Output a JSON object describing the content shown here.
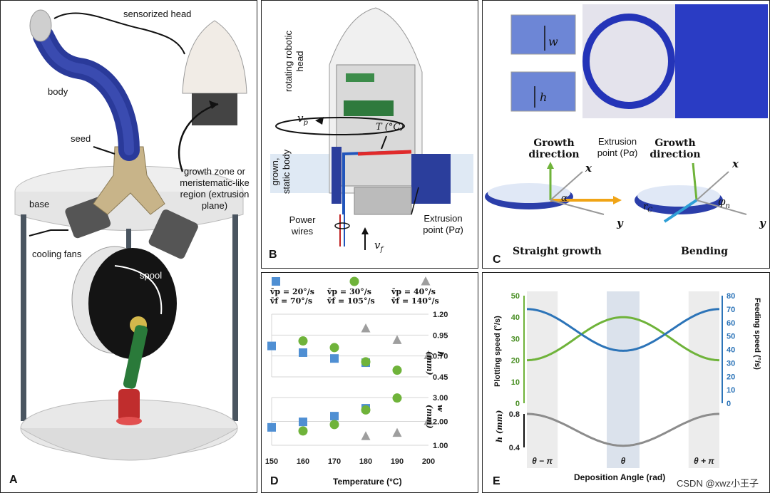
{
  "panel_a": {
    "letter": "A",
    "labels": {
      "sensorized_head": "sensorized head",
      "body": "body",
      "seed": "seed",
      "growth_zone": "growth zone or meristematic-like region (extrusion plane)",
      "base": "base",
      "cooling_fans": "cooling fans",
      "spool": "spool"
    }
  },
  "panel_b": {
    "letter": "B",
    "labels": {
      "rotating_head": "rotating robotic head",
      "growing_body": "grown, static body",
      "vp": "v",
      "vp_sub": "p",
      "temp": "T (°C)",
      "power_wires": "Power wires",
      "extrusion_point": "Extrusion point (P",
      "extrusion_point_sub": "α",
      "vf": "v",
      "vf_sub": "f"
    }
  },
  "panel_c": {
    "letter": "C",
    "labels": {
      "w": "w",
      "h": "h",
      "growth_direction_1": "Growth direction",
      "growth_direction_2": "Growth direction",
      "extrusion_point": "Extrusion point (P",
      "extrusion_point_sub": "α",
      "x1": "x",
      "y1": "y",
      "x2": "x",
      "y2": "y",
      "alpha": "α",
      "rc": "r",
      "rc_sub": "C",
      "phi": "φ",
      "phi_sub": "n",
      "straight_growth": "Straight growth",
      "bending": "Bending"
    }
  },
  "panel_d": {
    "letter": "D",
    "legend": [
      {
        "marker": "square",
        "color": "#4f8fd3",
        "vp": "v̄p = 20°/s",
        "vf": "v̄f = 70°/s"
      },
      {
        "marker": "circle",
        "color": "#6fb33a",
        "vp": "v̄p = 30°/s",
        "vf": "v̄f = 105°/s"
      },
      {
        "marker": "triangle",
        "color": "#9e9e9e",
        "vp": "v̄p = 40°/s",
        "vf": "v̄f = 140°/s"
      }
    ],
    "xlabel": "Temperature (°C)",
    "ylabel_top": "h (mm)",
    "ylabel_bottom": "w (mm)"
  },
  "panel_e": {
    "letter": "E",
    "ylabel_left": "Plotting speed (°/s)",
    "ylabel_right": "Feeding speed (°/s)",
    "ylabel_h": "h (mm)",
    "xlabel": "Deposition Angle (rad)",
    "watermark": "CSDN @xwz小王子"
  },
  "chart_data": [
    {
      "type": "scatter",
      "id": "panel-d-top",
      "ylabel": "h (mm)",
      "ylim": [
        0.45,
        1.2
      ],
      "yticks": [
        0.45,
        0.7,
        0.95,
        1.2
      ],
      "ytick_labels": [
        "0.45",
        "0.70",
        "0.95",
        "1.20"
      ],
      "xlim": [
        150,
        200
      ],
      "series": [
        {
          "name": "v̄p = 20°/s, v̄f = 70°/s",
          "marker": "square",
          "color": "#4f8fd3",
          "x": [
            150,
            160,
            170,
            180
          ],
          "y": [
            0.82,
            0.74,
            0.67,
            0.62
          ]
        },
        {
          "name": "v̄p = 30°/s, v̄f = 105°/s",
          "marker": "circle",
          "color": "#6fb33a",
          "x": [
            160,
            170,
            180,
            190
          ],
          "y": [
            0.88,
            0.8,
            0.63,
            0.53
          ]
        },
        {
          "name": "v̄p = 40°/s, v̄f = 140°/s",
          "marker": "triangle",
          "color": "#9e9e9e",
          "x": [
            180,
            190,
            200
          ],
          "y": [
            1.03,
            0.89,
            0.71
          ]
        }
      ]
    },
    {
      "type": "scatter",
      "id": "panel-d-bottom",
      "xlabel": "Temperature (°C)",
      "ylabel": "w (mm)",
      "ylim": [
        1.0,
        3.0
      ],
      "yticks": [
        1.0,
        2.0,
        3.0
      ],
      "ytick_labels": [
        "1.00",
        "2.00",
        "3.00"
      ],
      "xlim": [
        150,
        200
      ],
      "xticks": [
        150,
        160,
        170,
        180,
        190,
        200
      ],
      "series": [
        {
          "name": "v̄p = 20°/s, v̄f = 70°/s",
          "marker": "square",
          "color": "#4f8fd3",
          "x": [
            150,
            160,
            170,
            180
          ],
          "y": [
            1.75,
            1.98,
            2.22,
            2.55
          ]
        },
        {
          "name": "v̄p = 30°/s, v̄f = 105°/s",
          "marker": "circle",
          "color": "#6fb33a",
          "x": [
            160,
            170,
            180,
            190
          ],
          "y": [
            1.6,
            1.87,
            2.48,
            2.98
          ]
        },
        {
          "name": "v̄p = 40°/s, v̄f = 140°/s",
          "marker": "triangle",
          "color": "#9e9e9e",
          "x": [
            180,
            190,
            200
          ],
          "y": [
            1.38,
            1.52,
            2.02
          ]
        }
      ]
    },
    {
      "type": "line",
      "id": "panel-e-speeds",
      "ylim_left": [
        0,
        50
      ],
      "yticks_left": [
        0,
        10,
        20,
        30,
        40,
        50
      ],
      "ylim_right": [
        0,
        80
      ],
      "yticks_right": [
        0,
        10,
        20,
        30,
        40,
        50,
        60,
        70,
        80
      ],
      "series": [
        {
          "axis": "left",
          "color": "#6fb33a",
          "description": "Plotting speed",
          "x": [
            -3.1416,
            -2.3562,
            -1.5708,
            -0.7854,
            0,
            0.7854,
            1.5708,
            2.3562,
            3.1416
          ],
          "y": [
            20,
            22.9,
            30,
            37.1,
            40,
            37.1,
            30,
            22.9,
            20
          ]
        },
        {
          "axis": "right",
          "color": "#2c74b8",
          "description": "Feeding speed",
          "x": [
            -3.1416,
            -2.3562,
            -1.5708,
            -0.7854,
            0,
            0.7854,
            1.5708,
            2.3562,
            3.1416
          ],
          "y": [
            70,
            65.6,
            54.5,
            43.4,
            39,
            43.4,
            54.5,
            65.6,
            70
          ]
        }
      ]
    },
    {
      "type": "line",
      "id": "panel-e-h",
      "ylabel": "h (mm)",
      "ylim": [
        0.4,
        0.8
      ],
      "yticks": [
        0.4,
        0.8
      ],
      "ytick_labels": [
        "0.4",
        "0.8"
      ],
      "xlabel": "Deposition Angle (rad)",
      "xtick_labels": [
        "θ − π",
        "θ",
        "θ + π"
      ],
      "series": [
        {
          "color": "#8c8c8c",
          "description": "h",
          "x": [
            -3.1416,
            -2.3562,
            -1.5708,
            -0.7854,
            0,
            0.7854,
            1.5708,
            2.3562,
            3.1416
          ],
          "y": [
            0.8,
            0.76,
            0.62,
            0.48,
            0.42,
            0.48,
            0.62,
            0.76,
            0.8
          ]
        }
      ]
    }
  ]
}
